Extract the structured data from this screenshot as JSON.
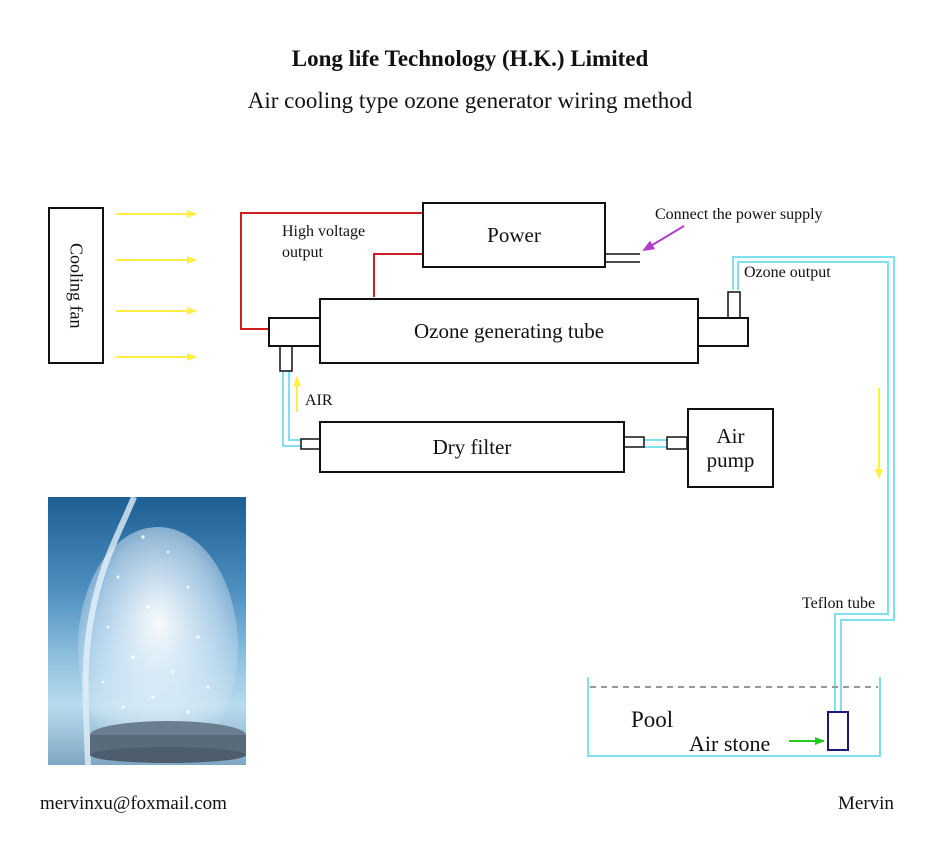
{
  "header": {
    "title": "Long life Technology (H.K.) Limited",
    "subtitle": "Air cooling type ozone generator wiring method"
  },
  "components": {
    "cooling_fan": "Cooling fan",
    "power": "Power",
    "ozone_tube": "Ozone generating tube",
    "dry_filter": "Dry filter",
    "air_pump_line1": "Air",
    "air_pump_line2": "pump",
    "pool": "Pool",
    "air_stone": "Air stone"
  },
  "labels": {
    "high_voltage_line1": "High voltage",
    "high_voltage_line2": "output",
    "connect_power": "Connect the power supply",
    "ozone_output": "Ozone output",
    "air": "AIR",
    "teflon_tube": "Teflon tube"
  },
  "footer": {
    "email": "mervinxu@foxmail.com",
    "author": "Mervin"
  },
  "colors": {
    "airflow_arrow": "#ffee44",
    "wire": "#cc1f1f",
    "tube": "#7fe0ee",
    "pointer_arrow": "#b03cd0",
    "air_stone_arrow": "#22cc22",
    "air_stone": "#1a1a7a"
  }
}
